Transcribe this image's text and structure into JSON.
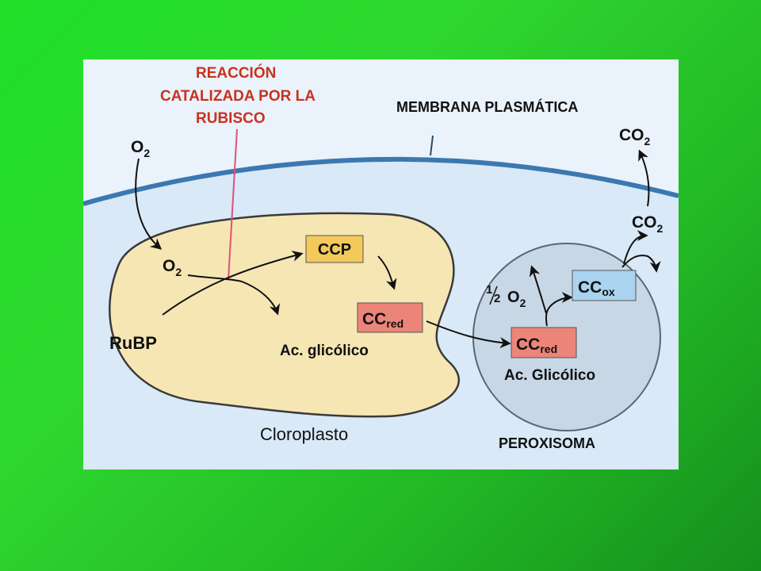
{
  "colors": {
    "slide_bg": "#27cc2b",
    "panel_bg": "#eaf2fb",
    "cell_bg": "#d9e9f7",
    "membrane": "#3b78b0",
    "chloroplast_fill": "#f6e6b4",
    "peroxisome_fill": "#c7d7e6",
    "ccp_box": "#f2c95a",
    "ccred_box": "#ec8579",
    "ccox_box": "#a9d3ef",
    "rubisco_label": "#c8321e",
    "rubisco_line": "#e0507a",
    "text": "#111111"
  },
  "labels": {
    "rubisco_line1": "REACCIÓN",
    "rubisco_line2": "CATALIZADA  POR LA",
    "rubisco_line3": "RUBISCO",
    "membrane": "MEMBRANA PLASMÁTICA",
    "chloroplast": "Cloroplasto",
    "peroxisome": "PEROXISOMA",
    "glycolic_chloro": "Ac. glicólico",
    "glycolic_perox": "Ac. Glicólico",
    "rubp": "RuBP"
  },
  "molecules": {
    "o2_outside": {
      "base": "O",
      "sub": "2"
    },
    "o2_chloro": {
      "base": "O",
      "sub": "2"
    },
    "co2_top": {
      "base": "CO",
      "sub": "2"
    },
    "co2_mid": {
      "base": "CO",
      "sub": "2"
    },
    "half_o2": {
      "frac_num": "1",
      "frac_den": "2",
      "base": "O",
      "sub": "2"
    }
  },
  "boxes": {
    "ccp": {
      "text": "CCP"
    },
    "ccred_chloro": {
      "base": "CC",
      "sub": "red"
    },
    "ccred_perox": {
      "base": "CC",
      "sub": "red"
    },
    "ccox": {
      "base": "CC",
      "sub": "ox"
    }
  }
}
